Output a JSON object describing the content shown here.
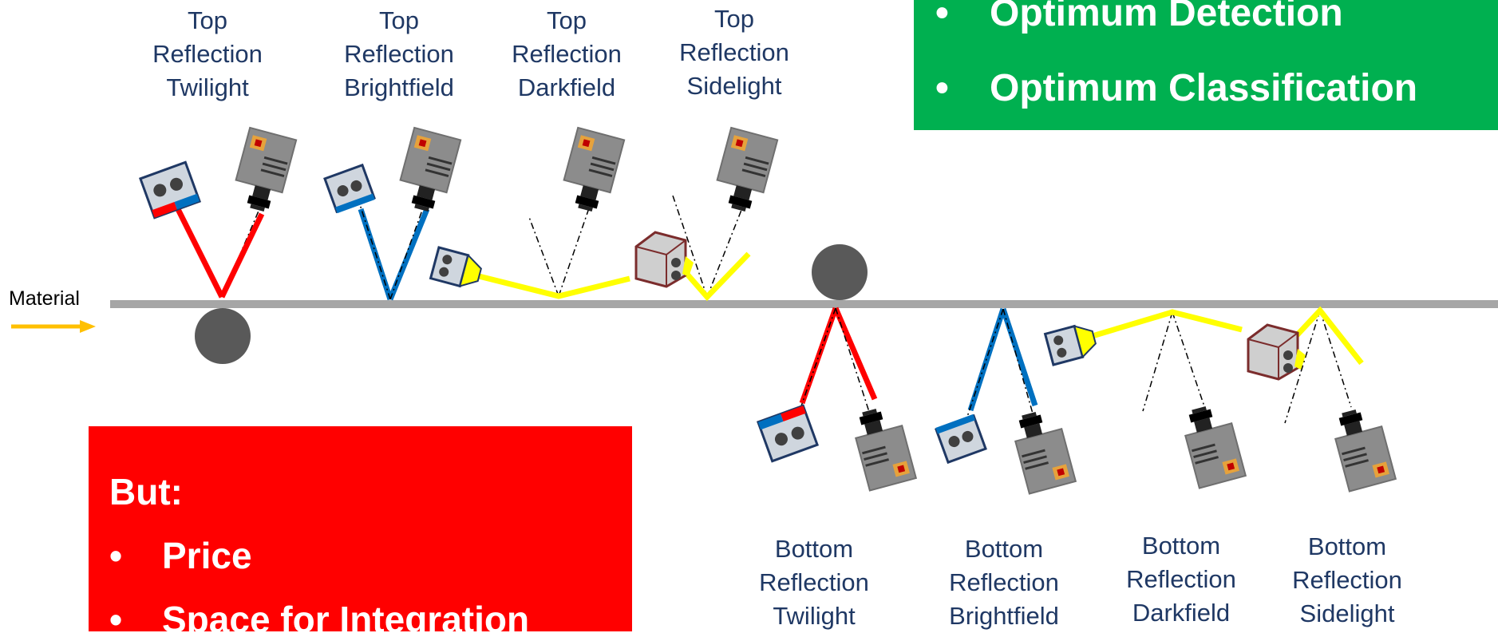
{
  "material": {
    "label": "Material"
  },
  "top_captions": [
    {
      "lines": [
        "Top",
        "Reflection",
        "Twilight"
      ]
    },
    {
      "lines": [
        "Top",
        "Reflection",
        "Brightfield"
      ]
    },
    {
      "lines": [
        "Top",
        "Reflection",
        "Darkfield"
      ]
    },
    {
      "lines": [
        "Top",
        "Reflection",
        "Sidelight"
      ]
    }
  ],
  "bottom_captions": [
    {
      "lines": [
        "Bottom",
        "Reflection",
        "Twilight"
      ]
    },
    {
      "lines": [
        "Bottom",
        "Reflection",
        "Brightfield"
      ]
    },
    {
      "lines": [
        "Bottom",
        "Reflection",
        "Darkfield"
      ]
    },
    {
      "lines": [
        "Bottom",
        "Reflection",
        "Sidelight"
      ]
    }
  ],
  "advantages": {
    "bullet": "•",
    "items": [
      "Optimum Detection",
      "Optimum Classification"
    ]
  },
  "drawbacks": {
    "title": "But:",
    "bullet": "•",
    "items": [
      "Price",
      "Space for Integration"
    ]
  },
  "colors": {
    "caption_text": "#1f3864",
    "advantages_bg": "#00b050",
    "drawbacks_bg": "#ff0000",
    "twilight_beam": "#ff0000",
    "brightfield_beam": "#0070c0",
    "darkfield_beam": "#ffff00",
    "material_line": "#a6a6a6",
    "roller": "#595959",
    "arrow": "#ffc000"
  }
}
